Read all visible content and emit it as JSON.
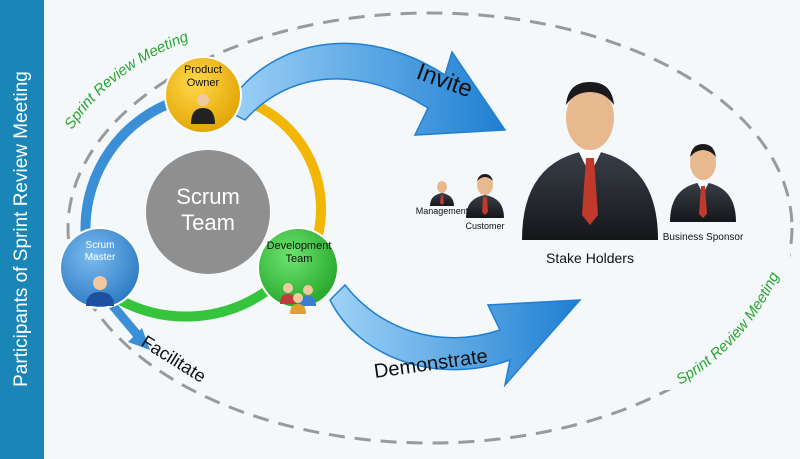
{
  "sidebar": {
    "title": "Participants of Sprint Review Meeting"
  },
  "ring": {
    "top_label": "Sprint Review Meeting",
    "bottom_label": "Sprint Review Meeting"
  },
  "center": {
    "label": "Scrum Team"
  },
  "roles": {
    "product_owner": "Product Owner",
    "scrum_master": "Scrum Master",
    "development_team": "Development Team"
  },
  "arrows": {
    "invite": "Invite",
    "demonstrate": "Demonstrate",
    "facilitate": "Facilitate"
  },
  "stakeholders": {
    "group_label": "Stake Holders",
    "management": "Management",
    "customer": "Customer",
    "business_sponsor": "Business Sponsor"
  },
  "colors": {
    "sidebar": "#1a86b8",
    "product_owner": "#f2b705",
    "scrum_master": "#3a8fd6",
    "development_team": "#35c43b",
    "center_circle": "#8f8f8f",
    "arrow": "#3c9fe6",
    "ring_label": "#2aa52f"
  }
}
